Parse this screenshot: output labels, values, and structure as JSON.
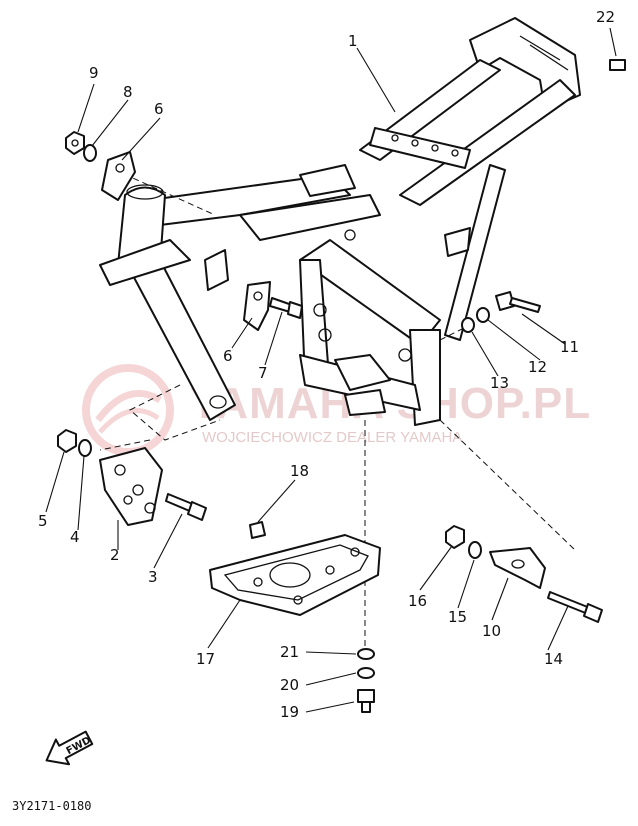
{
  "diagram_code": "3Y2171-0180",
  "fwd_label": "FWD",
  "watermark": {
    "brand": "YAMAHA SHOP.PL",
    "dealer": "WOJCIECHOWICZ DEALER YAMAHA"
  },
  "callouts": [
    {
      "id": "1",
      "label": "1"
    },
    {
      "id": "2",
      "label": "2"
    },
    {
      "id": "3",
      "label": "3"
    },
    {
      "id": "4",
      "label": "4"
    },
    {
      "id": "5",
      "label": "5"
    },
    {
      "id": "6a",
      "label": "6"
    },
    {
      "id": "6b",
      "label": "6"
    },
    {
      "id": "7",
      "label": "7"
    },
    {
      "id": "8",
      "label": "8"
    },
    {
      "id": "9",
      "label": "9"
    },
    {
      "id": "10",
      "label": "10"
    },
    {
      "id": "11",
      "label": "11"
    },
    {
      "id": "12",
      "label": "12"
    },
    {
      "id": "13",
      "label": "13"
    },
    {
      "id": "14",
      "label": "14"
    },
    {
      "id": "15",
      "label": "15"
    },
    {
      "id": "16",
      "label": "16"
    },
    {
      "id": "17",
      "label": "17"
    },
    {
      "id": "18",
      "label": "18"
    },
    {
      "id": "19",
      "label": "19"
    },
    {
      "id": "20",
      "label": "20"
    },
    {
      "id": "21",
      "label": "21"
    },
    {
      "id": "22",
      "label": "22"
    }
  ]
}
